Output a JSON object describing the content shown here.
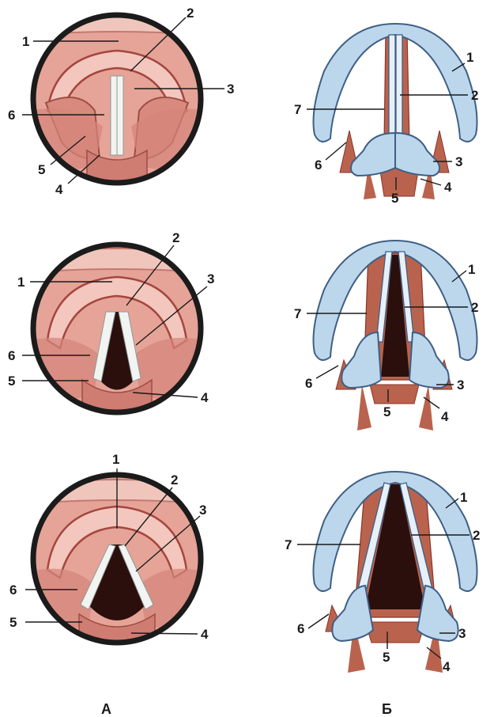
{
  "columns": [
    {
      "id": "A",
      "label": "А"
    },
    {
      "id": "B",
      "label": "Б"
    }
  ],
  "colors": {
    "mucosa": "#e39a8e",
    "mucosa_dark": "#b5574f",
    "ring": "#1b1b1b",
    "cord": "#eef0ee",
    "glottis": "#2a0f0c",
    "cartilage": "#bcd7ec",
    "cartilage_edge": "#3e5f85",
    "muscle": "#b9634e",
    "muscle_dark": "#8a3528"
  },
  "panels": [
    {
      "id": "endoscopic-closed",
      "column": "A",
      "labels": [
        {
          "text": "1"
        },
        {
          "text": "2"
        },
        {
          "text": "3"
        },
        {
          "text": "6"
        },
        {
          "text": "5"
        },
        {
          "text": "4"
        }
      ]
    },
    {
      "id": "schematic-closed",
      "column": "B",
      "labels": [
        {
          "text": "1"
        },
        {
          "text": "2"
        },
        {
          "text": "7"
        },
        {
          "text": "6"
        },
        {
          "text": "3"
        },
        {
          "text": "4"
        },
        {
          "text": "5"
        }
      ]
    },
    {
      "id": "endoscopic-half-open",
      "column": "A",
      "labels": [
        {
          "text": "2"
        },
        {
          "text": "1"
        },
        {
          "text": "3"
        },
        {
          "text": "6"
        },
        {
          "text": "5"
        },
        {
          "text": "4"
        }
      ]
    },
    {
      "id": "schematic-half-open",
      "column": "B",
      "labels": [
        {
          "text": "1"
        },
        {
          "text": "7"
        },
        {
          "text": "2"
        },
        {
          "text": "6"
        },
        {
          "text": "3"
        },
        {
          "text": "5"
        },
        {
          "text": "4"
        }
      ]
    },
    {
      "id": "endoscopic-open",
      "column": "A",
      "labels": [
        {
          "text": "1"
        },
        {
          "text": "2"
        },
        {
          "text": "3"
        },
        {
          "text": "6"
        },
        {
          "text": "5"
        },
        {
          "text": "4"
        }
      ]
    },
    {
      "id": "schematic-open",
      "column": "B",
      "labels": [
        {
          "text": "1"
        },
        {
          "text": "7"
        },
        {
          "text": "2"
        },
        {
          "text": "6"
        },
        {
          "text": "3"
        },
        {
          "text": "5"
        },
        {
          "text": "4"
        }
      ]
    }
  ]
}
